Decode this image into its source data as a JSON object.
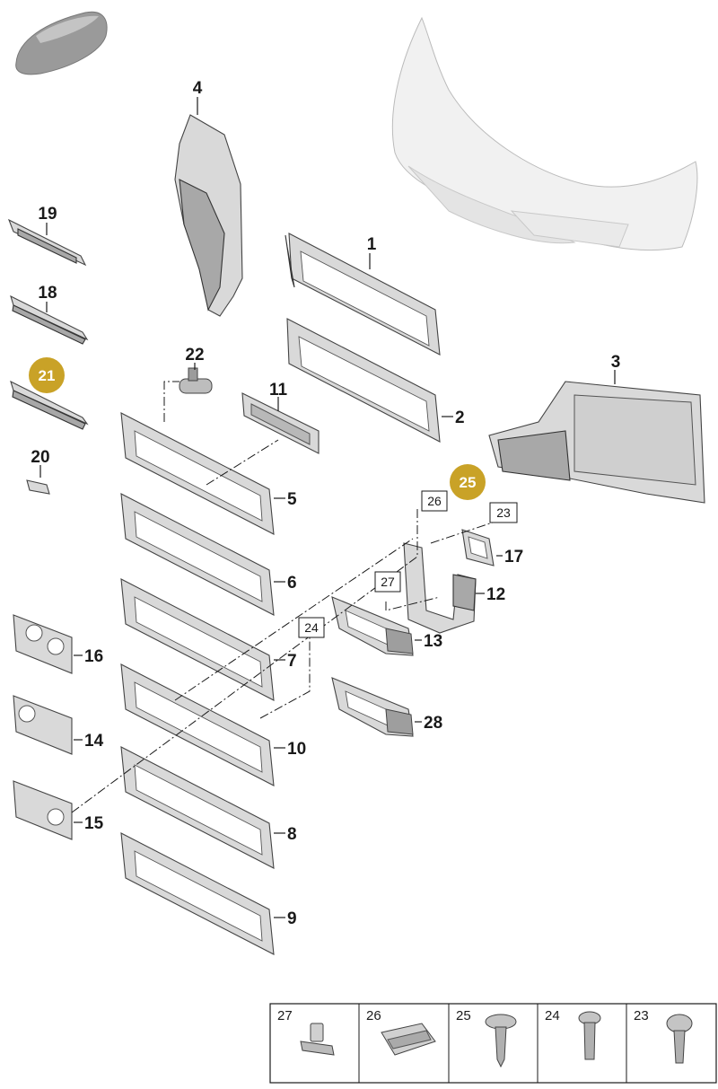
{
  "callouts": {
    "n1": "1",
    "n2": "2",
    "n3": "3",
    "n4": "4",
    "n5": "5",
    "n6": "6",
    "n7": "7",
    "n8": "8",
    "n9": "9",
    "n10": "10",
    "n11": "11",
    "n12": "12",
    "n13": "13",
    "n14": "14",
    "n15": "15",
    "n16": "16",
    "n17": "17",
    "n18": "18",
    "n19": "19",
    "n20": "20",
    "n21": "21",
    "n22": "22",
    "n25": "25",
    "n28": "28"
  },
  "boxed_refs": {
    "b23": "23",
    "b24": "24",
    "b26": "26",
    "b27": "27"
  },
  "legend": [
    {
      "num": "27",
      "icon": "clip-nut-icon"
    },
    {
      "num": "26",
      "icon": "spring-clip-icon"
    },
    {
      "num": "25",
      "icon": "flange-screw-icon"
    },
    {
      "num": "24",
      "icon": "bolt-icon"
    },
    {
      "num": "23",
      "icon": "washer-screw-icon"
    }
  ],
  "colors": {
    "highlight": "#c9a227",
    "line": "#1a1a1a",
    "part": "#d9d9d9"
  }
}
